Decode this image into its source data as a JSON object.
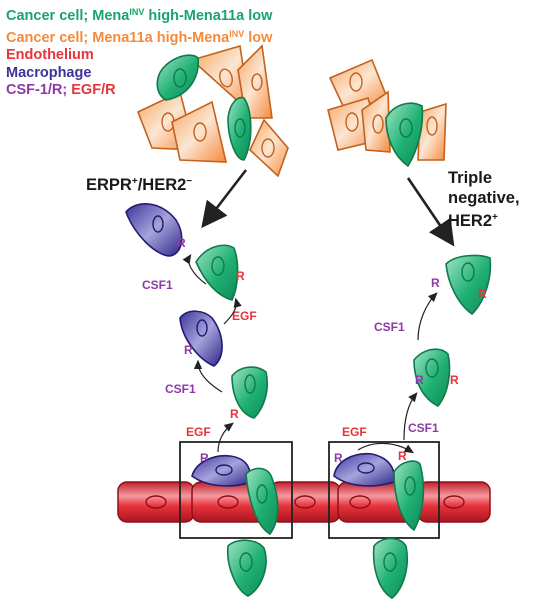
{
  "legend": {
    "cancer_invasive": {
      "prefix": "Cancer cell; Mena",
      "sup": "INV",
      "suffix": " high-Mena11a low",
      "color": "#1aa36b"
    },
    "cancer_11a": {
      "prefix": "Cancer cell; Mena11a high-Mena",
      "sup": "INV",
      "suffix": " low",
      "color": "#f58a3a"
    },
    "endothelium": {
      "text": "Endothelium",
      "color": "#e8333b"
    },
    "macrophage": {
      "text": "Macrophage",
      "color": "#3b3399"
    },
    "ligands": {
      "part1": "CSF-1/R;",
      "part2": " EGF/R",
      "color1": "#8e3aa6",
      "color2": "#e8333b"
    }
  },
  "subtypes": {
    "left": {
      "line1_a": "ERPR",
      "line1_sup_a": "+",
      "line1_b": "/HER2",
      "line1_sup_b": "−"
    },
    "right": {
      "line1": "Triple",
      "line2": "negative,",
      "line3_a": "HER2",
      "line3_sup": "+"
    }
  },
  "labels": {
    "csf1": "CSF1",
    "egf": "EGF",
    "r": "R"
  },
  "colors": {
    "green": "#1aa36b",
    "orange": "#f58a3a",
    "red": "#e8333b",
    "blue": "#3b3399",
    "purple": "#8e3aa6"
  }
}
